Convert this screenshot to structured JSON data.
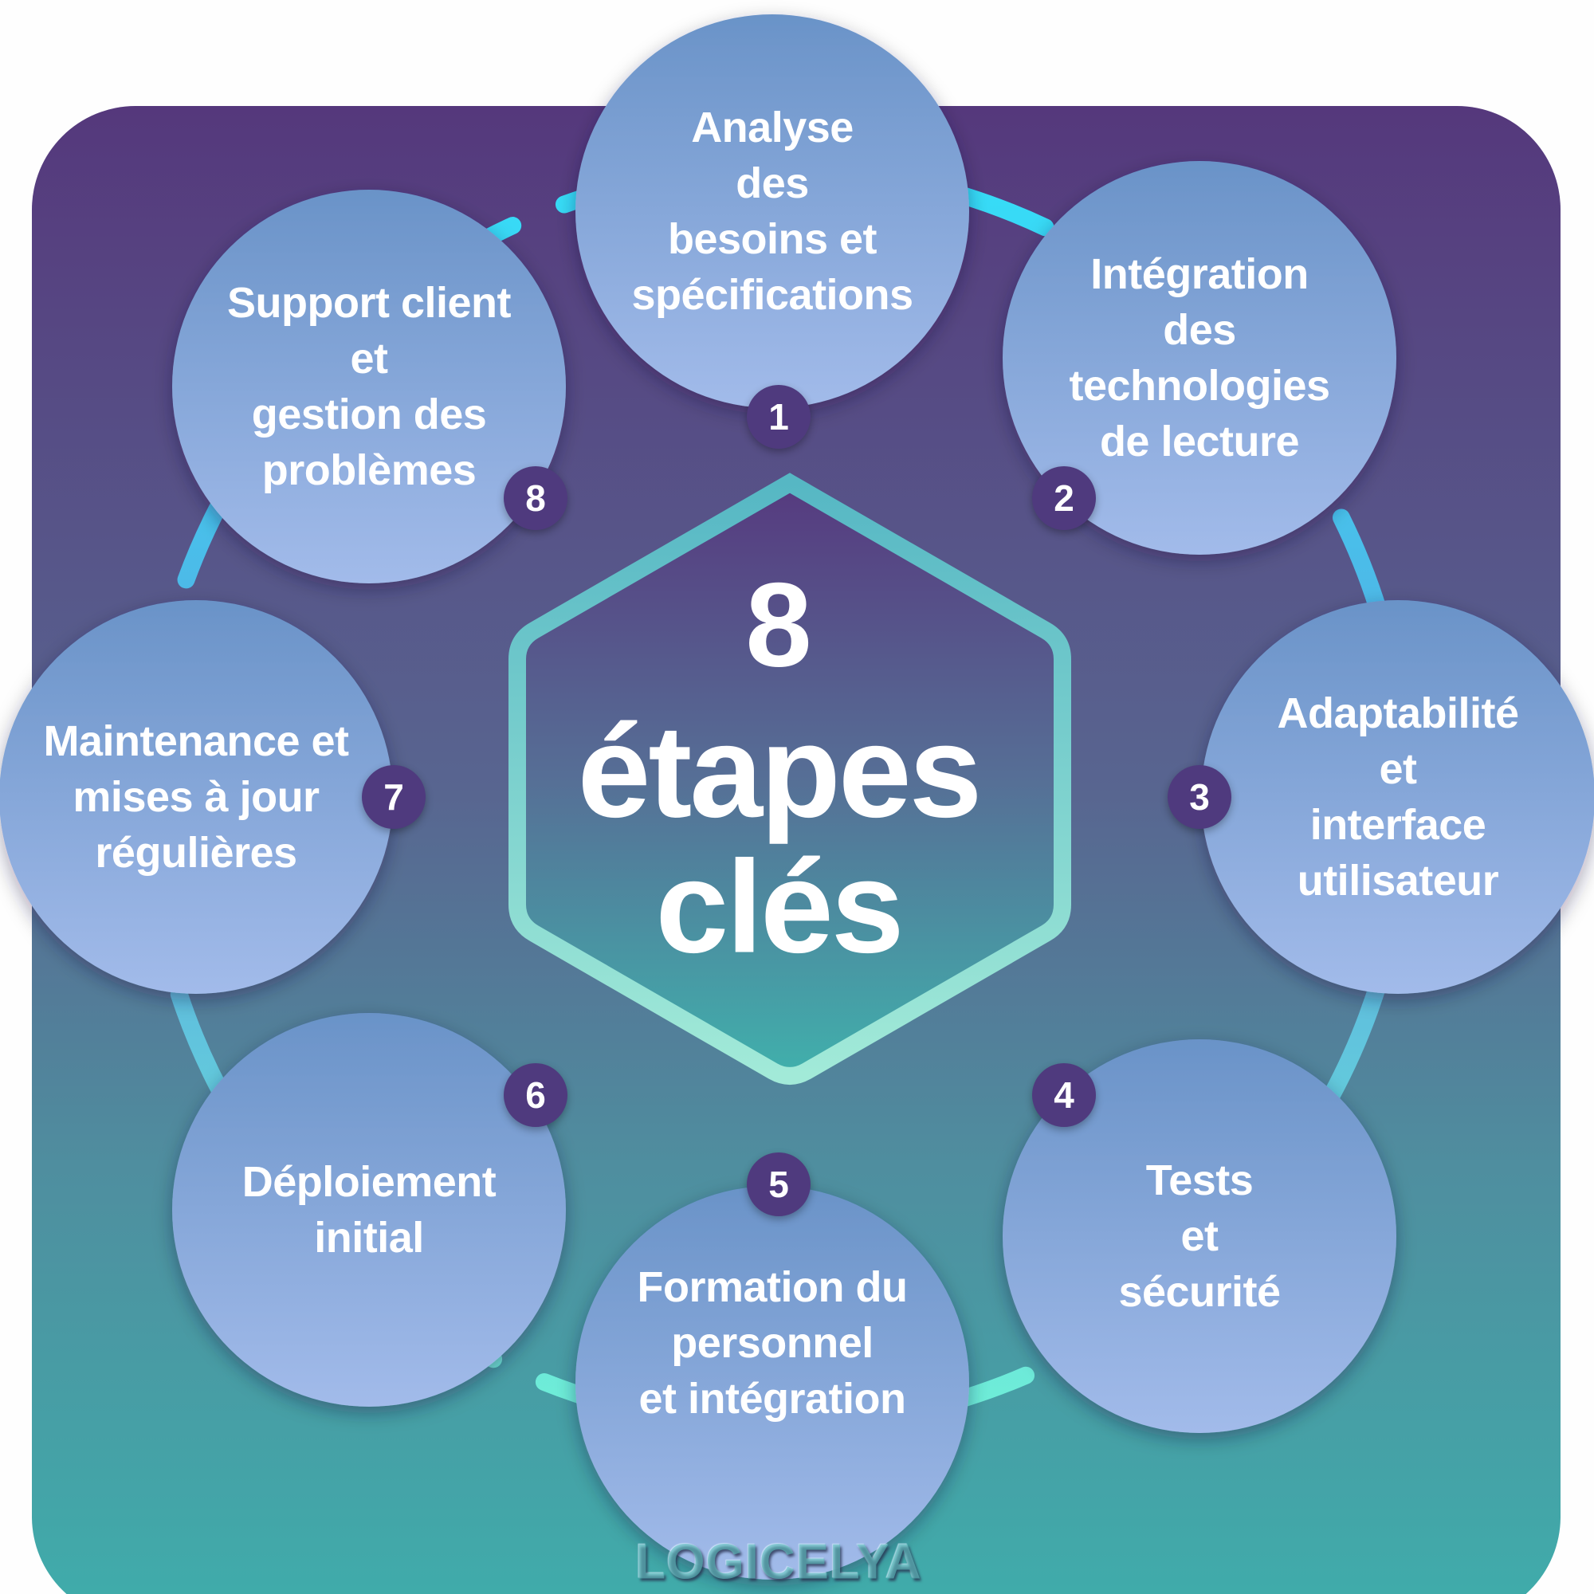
{
  "center": {
    "number": "8",
    "line1": "étapes",
    "line2": "clés"
  },
  "steps": [
    {
      "number": "1",
      "lines": [
        "Analyse",
        "des",
        "besoins et",
        "spécifications"
      ]
    },
    {
      "number": "2",
      "lines": [
        "Intégration",
        "des",
        "technologies",
        "de lecture"
      ]
    },
    {
      "number": "3",
      "lines": [
        "Adaptabilité",
        "et",
        "interface",
        "utilisateur"
      ]
    },
    {
      "number": "4",
      "lines": [
        "Tests",
        "et",
        "sécurité"
      ]
    },
    {
      "number": "5",
      "lines": [
        "Formation du",
        "personnel",
        "et intégration"
      ]
    },
    {
      "number": "6",
      "lines": [
        "Déploiement",
        "initial"
      ]
    },
    {
      "number": "7",
      "lines": [
        "Maintenance et",
        "mises à jour",
        "régulières"
      ]
    },
    {
      "number": "8",
      "lines": [
        "Support client",
        "et",
        "gestion des",
        "problèmes"
      ]
    }
  ],
  "logo": "LOGICELYA",
  "colors": {
    "panel_top": "#55387c",
    "panel_bottom": "#3fadab",
    "ring_top": "#35def8",
    "ring_bottom": "#6ff0d8",
    "circle_top": "#6a93c8",
    "circle_bottom": "#a2bbea",
    "badge": "#4f3a7e"
  }
}
